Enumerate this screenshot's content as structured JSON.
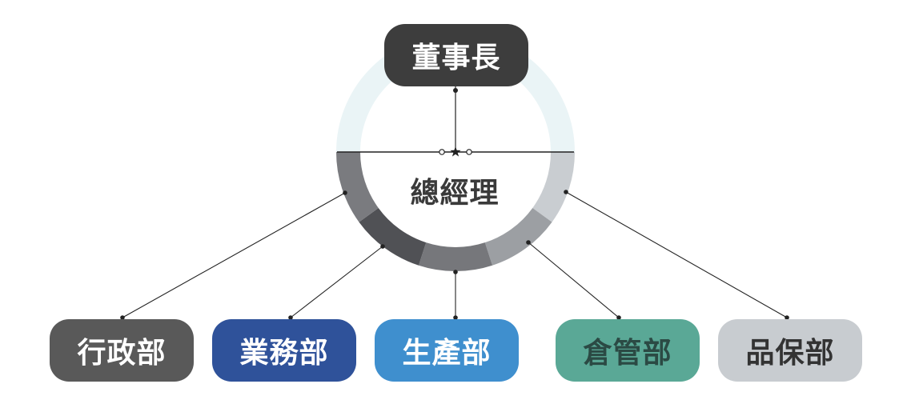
{
  "chairman": {
    "label": "董事長",
    "color": "#3d3d3d",
    "text_color": "#ffffff"
  },
  "general_manager": {
    "label": "總經理",
    "color": "#3a3a3a"
  },
  "ring": {
    "top_color": "#eaf4f6",
    "segment_colors": [
      "#7a7b7f",
      "#505155",
      "#76777b",
      "#9c9fa3",
      "#c9cdd1"
    ],
    "line_color": "#222222"
  },
  "departments": [
    {
      "label": "行政部",
      "color": "#595959",
      "text_color": "#ffffff"
    },
    {
      "label": "業務部",
      "color": "#2f529a",
      "text_color": "#ffffff"
    },
    {
      "label": "生產部",
      "color": "#3f8fce",
      "text_color": "#ffffff"
    },
    {
      "label": "倉管部",
      "color": "#5aa896",
      "text_color": "#2b4a44"
    },
    {
      "label": "品保部",
      "color": "#c8ccd0",
      "text_color": "#333333"
    }
  ]
}
